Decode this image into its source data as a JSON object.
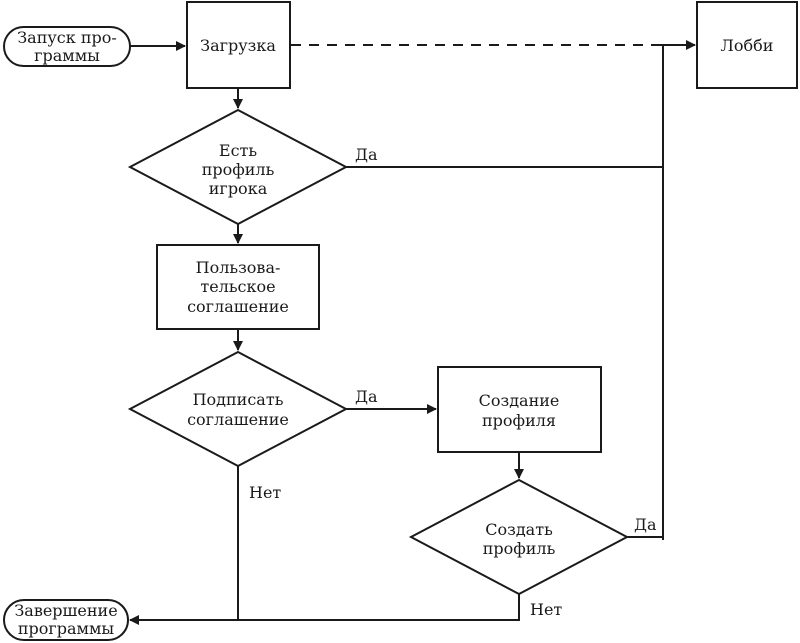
{
  "diagram": {
    "type": "flowchart",
    "nodes": {
      "start": {
        "kind": "terminator",
        "lines": [
          "Запуск про-",
          "граммы"
        ]
      },
      "loading": {
        "kind": "process",
        "lines": [
          "Загрузка"
        ]
      },
      "lobby": {
        "kind": "process",
        "lines": [
          "Лобби"
        ]
      },
      "has_profile": {
        "kind": "decision",
        "lines": [
          "Есть",
          "профиль",
          "игрока"
        ]
      },
      "user_agreement": {
        "kind": "process",
        "lines": [
          "Пользова-",
          "тельское",
          "соглашение"
        ]
      },
      "sign_agreement": {
        "kind": "decision",
        "lines": [
          "Подписать",
          "соглашение"
        ]
      },
      "create_profile_step": {
        "kind": "process",
        "lines": [
          "Создание",
          "профиля"
        ]
      },
      "create_profile_decision": {
        "kind": "decision",
        "lines": [
          "Создать",
          "профиль"
        ]
      },
      "end": {
        "kind": "terminator",
        "lines": [
          "Завершение",
          "программы"
        ]
      }
    },
    "edge_labels": {
      "has_profile_yes": "Да",
      "sign_yes": "Да",
      "sign_no": "Нет",
      "create_yes": "Да",
      "create_no": "Нет"
    },
    "edges": [
      {
        "from": "start",
        "to": "loading",
        "style": "solid"
      },
      {
        "from": "loading",
        "to": "lobby",
        "style": "dashed"
      },
      {
        "from": "loading",
        "to": "has_profile",
        "style": "solid"
      },
      {
        "from": "has_profile",
        "to": "lobby",
        "label": "Да",
        "style": "solid"
      },
      {
        "from": "has_profile",
        "to": "user_agreement",
        "style": "solid"
      },
      {
        "from": "user_agreement",
        "to": "sign_agreement",
        "style": "solid"
      },
      {
        "from": "sign_agreement",
        "to": "create_profile_step",
        "label": "Да",
        "style": "solid"
      },
      {
        "from": "sign_agreement",
        "to": "end",
        "label": "Нет",
        "style": "solid"
      },
      {
        "from": "create_profile_step",
        "to": "create_profile_decision",
        "style": "solid"
      },
      {
        "from": "create_profile_decision",
        "to": "lobby",
        "label": "Да",
        "style": "solid"
      },
      {
        "from": "create_profile_decision",
        "to": "end",
        "label": "Нет",
        "style": "solid"
      }
    ]
  }
}
